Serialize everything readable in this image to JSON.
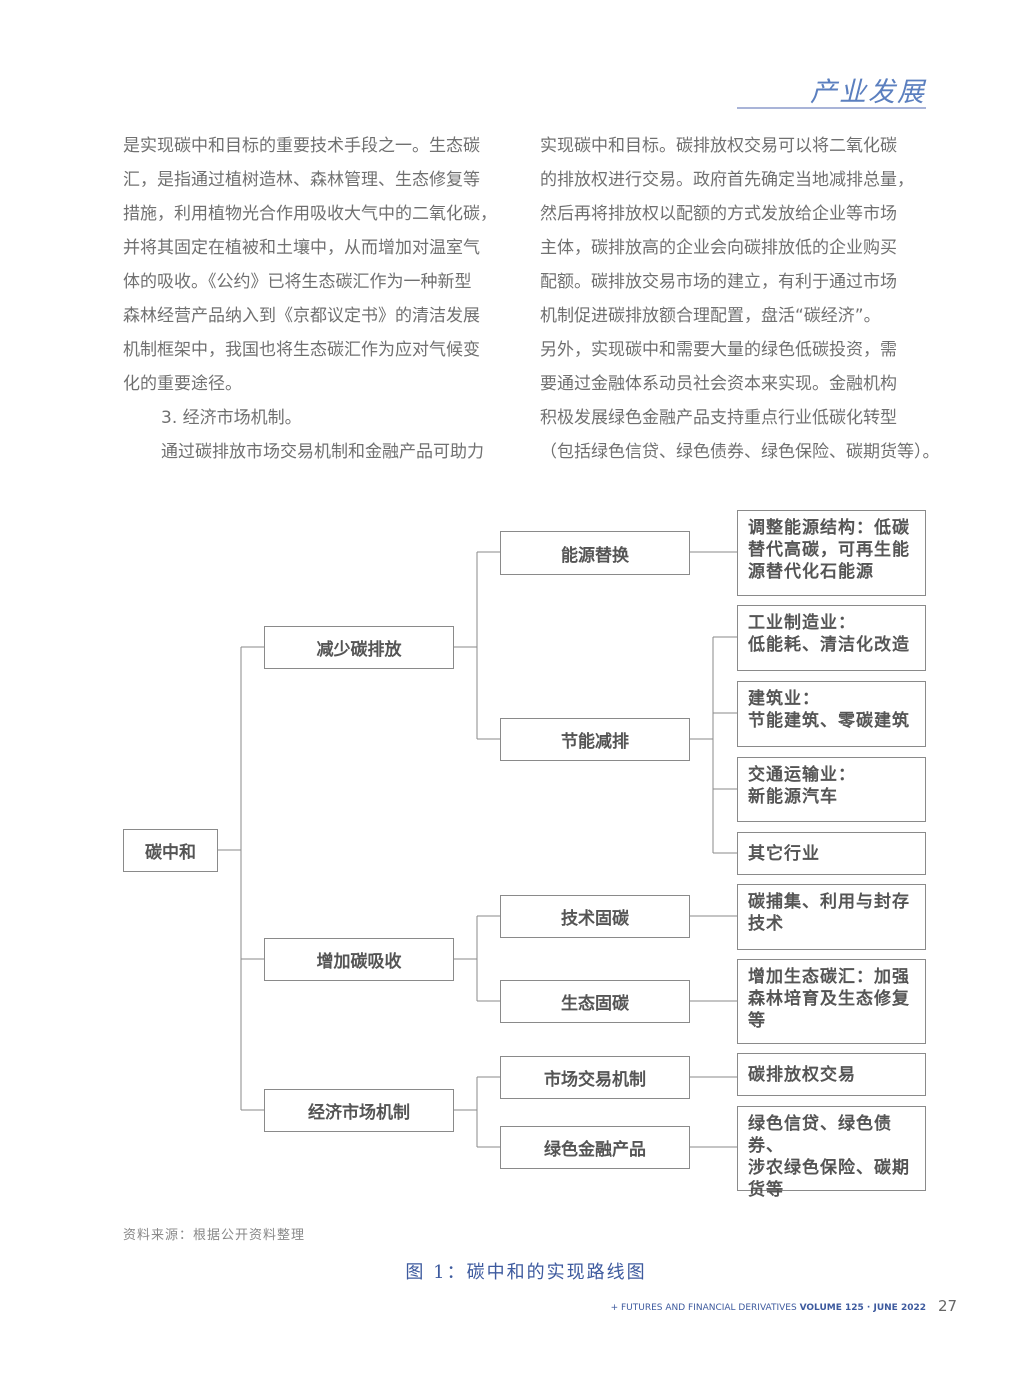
{
  "header": {
    "section_title": "产业发展"
  },
  "body": {
    "left_lines": [
      {
        "text": "是实现碳中和目标的重要技术手段之一。生态碳",
        "indent": false
      },
      {
        "text": "汇，是指通过植树造林、森林管理、生态修复等",
        "indent": false
      },
      {
        "text": "措施，利用植物光合作用吸收大气中的二氧化碳，",
        "indent": false
      },
      {
        "text": "并将其固定在植被和土壤中，从而增加对温室气",
        "indent": false
      },
      {
        "text": "体的吸收。《公约》已将生态碳汇作为一种新型",
        "indent": false
      },
      {
        "text": "森林经营产品纳入到《京都议定书》的清洁发展",
        "indent": false
      },
      {
        "text": "机制框架中，我国也将生态碳汇作为应对气候变",
        "indent": false
      },
      {
        "text": "化的重要途径。",
        "indent": false
      },
      {
        "text": "3. 经济市场机制。",
        "indent": true
      },
      {
        "text": "通过碳排放市场交易机制和金融产品可助力",
        "indent": true
      }
    ],
    "right_lines": [
      {
        "text": "实现碳中和目标。碳排放权交易可以将二氧化碳",
        "indent": false
      },
      {
        "text": "的排放权进行交易。政府首先确定当地减排总量，",
        "indent": false
      },
      {
        "text": "然后再将排放权以配额的方式发放给企业等市场",
        "indent": false
      },
      {
        "text": "主体，碳排放高的企业会向碳排放低的企业购买",
        "indent": false
      },
      {
        "text": "配额。碳排放交易市场的建立，有利于通过市场",
        "indent": false
      },
      {
        "text": "机制促进碳排放额合理配置，盘活“碳经济”。",
        "indent": false
      },
      {
        "text": "另外，实现碳中和需要大量的绿色低碳投资，需",
        "indent": false
      },
      {
        "text": "要通过金融体系动员社会资本来实现。金融机构",
        "indent": false
      },
      {
        "text": "积极发展绿色金融产品支持重点行业低碳化转型",
        "indent": false
      },
      {
        "text": "（包括绿色信贷、绿色债券、绿色保险、碳期货等）。",
        "indent": false
      }
    ]
  },
  "diagram": {
    "root": "碳中和",
    "level1": [
      "减少碳排放",
      "增加碳吸收",
      "经济市场机制"
    ],
    "level2": [
      "能源替换",
      "节能减排",
      "技术固碳",
      "生态固碳",
      "市场交易机制",
      "绿色金融产品"
    ],
    "level3": [
      [
        "调整能源结构：低碳",
        "替代高碳，可再生能",
        "源替代化石能源"
      ],
      [
        "工业制造业：",
        "低能耗、清洁化改造"
      ],
      [
        "建筑业：",
        "节能建筑、零碳建筑"
      ],
      [
        "交通运输业：",
        "新能源汽车"
      ],
      [
        "其它行业"
      ],
      [
        "碳捕集、利用与封存",
        "技术"
      ],
      [
        "增加生态碳汇：加强",
        "森林培育及生态修复",
        "等"
      ],
      [
        "碳排放权交易"
      ],
      [
        "绿色信贷、绿色债券、",
        "涉农绿色保险、碳期",
        "货等"
      ]
    ]
  },
  "source_note": "资料来源：根据公开资料整理",
  "caption": "图 1：碳中和的实现路线图",
  "footer": {
    "journal": "+ FUTURES AND FINANCIAL DERIVATIVES",
    "issue": "VOLUME 125 · JUNE 2022",
    "page_number": "27"
  }
}
